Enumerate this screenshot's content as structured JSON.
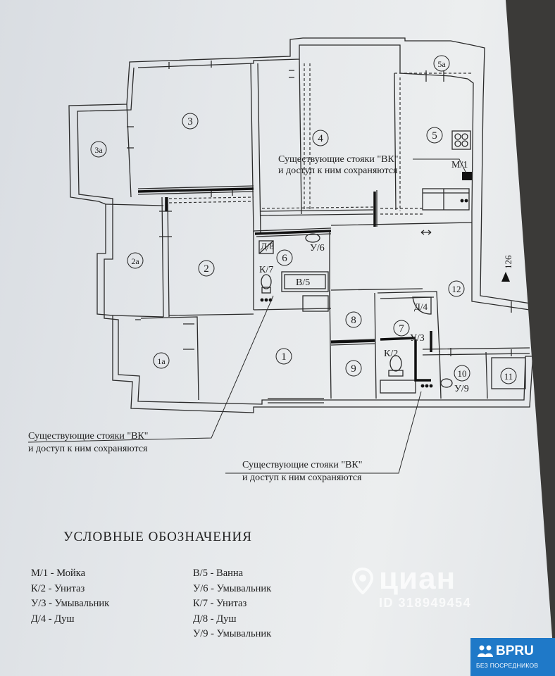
{
  "rooms": {
    "r1": "1",
    "r1a": "1a",
    "r2": "2",
    "r2a": "2a",
    "r3": "3",
    "r3a": "3a",
    "r4": "4",
    "r5": "5",
    "r5a": "5a",
    "r6": "6",
    "r7": "7",
    "r8": "8",
    "r9": "9",
    "r10": "10",
    "r11": "11",
    "r12": "12"
  },
  "fixtures": {
    "m1": "М/1",
    "k2": "К/2",
    "u3": "У/3",
    "d4": "Д/4",
    "v5": "В/5",
    "u6": "У/6",
    "k7": "К/7",
    "d8": "Д/8",
    "u9": "У/9"
  },
  "dimension": "126",
  "note_text_line1": "Существующие стояки \"ВК\"",
  "note_text_line2": "и доступ к ним  сохраняются",
  "legend": {
    "title": "УСЛОВНЫЕ ОБОЗНАЧЕНИЯ",
    "left_items": [
      "М/1 - Мойка",
      "К/2 - Унитаз",
      "У/3 - Умывальник",
      "Д/4 - Душ"
    ],
    "right_items": [
      "В/5 - Ванна",
      "У/6 - Умывальник",
      "К/7 - Унитаз",
      "Д/8 - Душ",
      "У/9 - Умывальник"
    ]
  },
  "watermark": {
    "brand": "циан",
    "id": "ID 318949454"
  },
  "badge": {
    "name": "BPRU",
    "subtitle": "БЕЗ ПОСРЕДНИКОВ"
  },
  "colors": {
    "ink": "#1e1e1e",
    "paper": "#e6e8ea",
    "badge": "#1f79c8"
  }
}
